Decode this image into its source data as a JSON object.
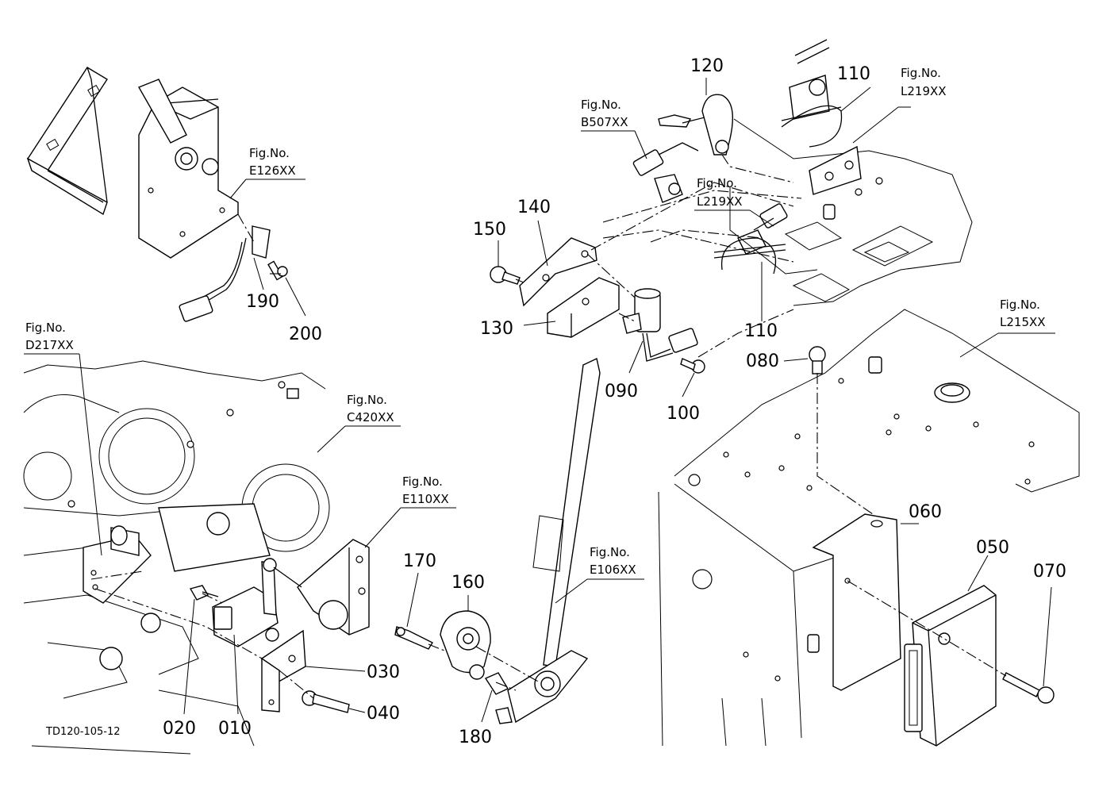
{
  "drawing_code": "TD120-105-12",
  "callouts": {
    "p010": "010",
    "p020": "020",
    "p030": "030",
    "p040": "040",
    "p050": "050",
    "p060": "060",
    "p070": "070",
    "p080": "080",
    "p090": "090",
    "p100": "100",
    "p110a": "110",
    "p110b": "110",
    "p120": "120",
    "p130": "130",
    "p140": "140",
    "p150": "150",
    "p160": "160",
    "p170": "170",
    "p180": "180",
    "p190": "190",
    "p200": "200"
  },
  "fig_refs": {
    "e126": {
      "label": "Fig.No.",
      "code": "E126XX"
    },
    "d217": {
      "label": "Fig.No.",
      "code": "D217XX"
    },
    "c420": {
      "label": "Fig.No.",
      "code": "C420XX"
    },
    "e110": {
      "label": "Fig.No.",
      "code": "E110XX"
    },
    "e106": {
      "label": "Fig.No.",
      "code": "E106XX"
    },
    "b507": {
      "label": "Fig.No.",
      "code": "B507XX"
    },
    "l219a": {
      "label": "Fig.No.",
      "code": "L219XX"
    },
    "l219b": {
      "label": "Fig.No.",
      "code": "L219XX"
    },
    "l215": {
      "label": "Fig.No.",
      "code": "L215XX"
    }
  }
}
